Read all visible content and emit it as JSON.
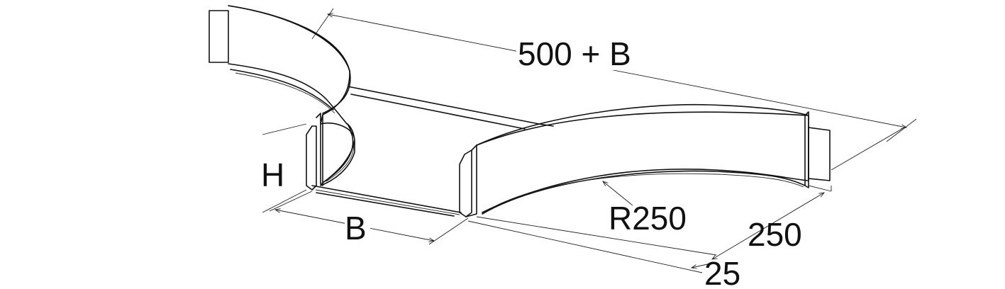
{
  "dimensions": {
    "length_label": "500 + B",
    "height_label": "H",
    "width_label": "B",
    "radius_label": "R250",
    "side_label": "250",
    "offset_label": "25"
  }
}
